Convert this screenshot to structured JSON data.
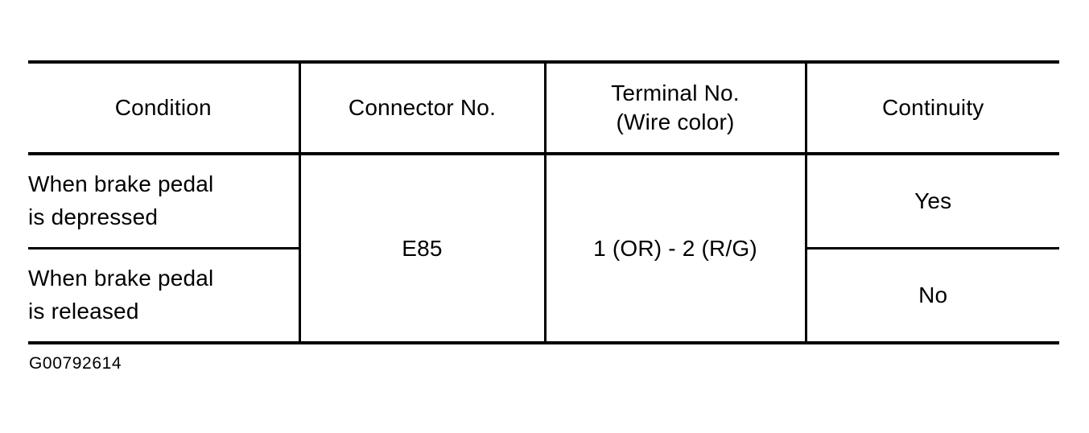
{
  "figure": {
    "caption": "G00792614"
  },
  "table": {
    "columns": [
      {
        "id": "condition",
        "header_lines": [
          "Condition"
        ]
      },
      {
        "id": "connector_no",
        "header_lines": [
          "Connector No."
        ]
      },
      {
        "id": "terminal_no",
        "header_lines": [
          "Terminal No.",
          "(Wire color)"
        ]
      },
      {
        "id": "continuity",
        "header_lines": [
          "Continuity"
        ]
      }
    ],
    "rows": [
      {
        "condition_lines": [
          "When brake pedal",
          "is depressed"
        ],
        "continuity": "Yes"
      },
      {
        "condition_lines": [
          "When brake pedal",
          "is released"
        ],
        "continuity": "No"
      }
    ],
    "merged": {
      "connector_no": "E85",
      "terminal_no": "1 (OR) - 2 (R/G)"
    }
  }
}
